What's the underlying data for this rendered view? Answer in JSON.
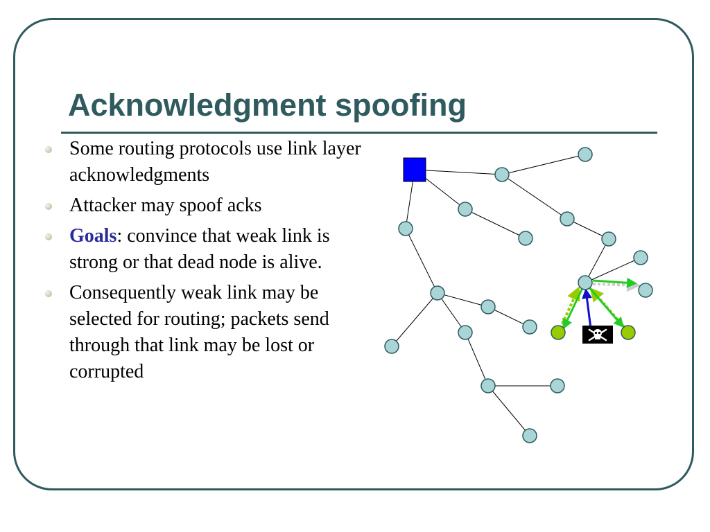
{
  "slide": {
    "title": "Acknowledgment spoofing",
    "bullets": [
      {
        "text": "Some routing protocols use link layer acknowledgments"
      },
      {
        "text": "Attacker may spoof acks"
      },
      {
        "emphasis": "Goals",
        "text": ": convince that weak link is strong or that dead node is alive."
      },
      {
        "text": "Consequently weak link may be selected for routing; packets send through that link may be lost or corrupted"
      }
    ]
  },
  "diagram": {
    "colors": {
      "node_fill": "#a9d5d6",
      "node_stroke": "#2f5a5e",
      "base_station": "#0000ff",
      "victim_node": "#99cc00",
      "green_arrow": "#22cc22",
      "blue_arrow": "#1111cc",
      "spoof_ack": "#99cc00",
      "dead_link": "#cccccc",
      "attacker_badge": "#000000"
    },
    "icons": {
      "attacker": "skull-and-crossbones-icon"
    }
  }
}
